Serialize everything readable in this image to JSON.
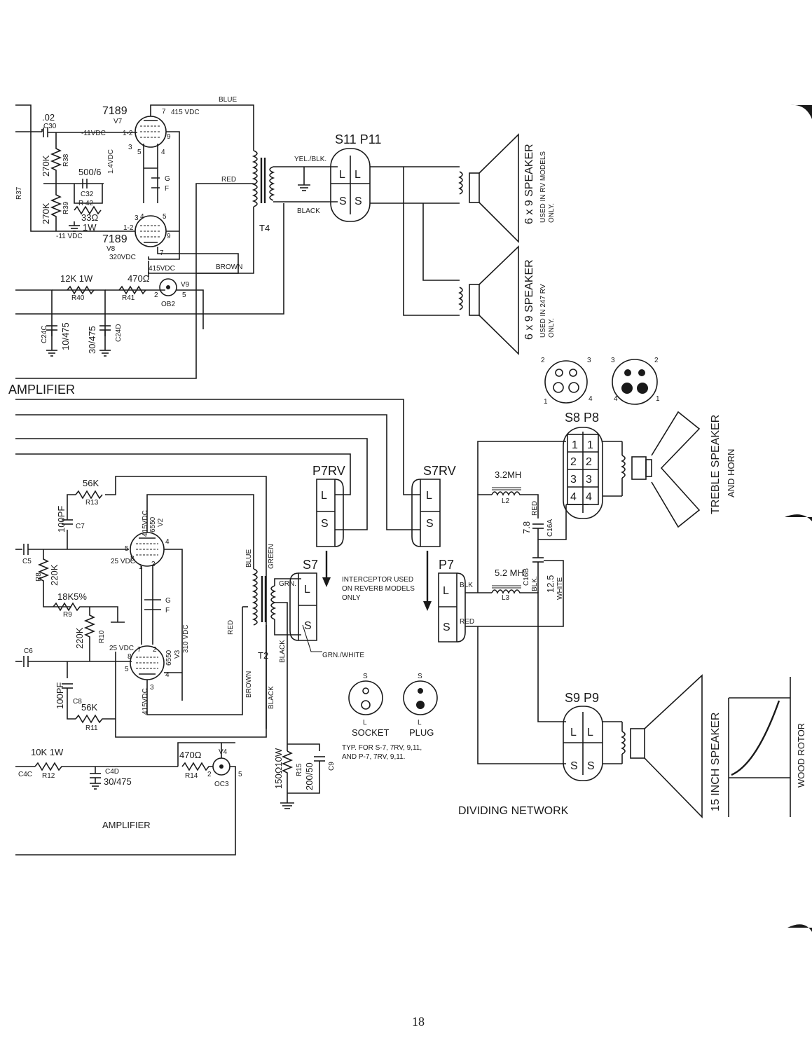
{
  "page_number": "18",
  "captions": {
    "amplifier_top": "AMPLIFIER",
    "amplifier_bottom": "AMPLIFIER",
    "dividing_network": "DIVIDING NETWORK",
    "interceptor_note": [
      "INTERCEPTOR USED",
      "ON REVERB MODELS",
      "ONLY"
    ],
    "connector_note": [
      "TYP. FOR S-7, 7RV, 9,11,",
      "AND P-7, 7RV, 9,11."
    ]
  },
  "top_amp": {
    "v7": {
      "type": "7189",
      "ref": "V7",
      "pin_labels": [
        "7",
        "9",
        "1-2",
        "3",
        "5",
        "4"
      ]
    },
    "v8": {
      "type": "7189",
      "ref": "V8",
      "pin_labels": [
        "3",
        "4",
        "5",
        "1-2",
        "9",
        "7"
      ]
    },
    "c30": {
      "value": ".02",
      "ref": "C30"
    },
    "r38": {
      "value": "270K",
      "ref": "R38"
    },
    "r39": {
      "value": "270K",
      "ref": "R39"
    },
    "r37": {
      "ref": "R37"
    },
    "c32": {
      "value": "500/6",
      "ref": "C32"
    },
    "r42": {
      "value": "33Ω",
      "power": "1W",
      "ref": "R 42"
    },
    "r40": {
      "value": "12K 1W",
      "ref": "R40"
    },
    "r41": {
      "value": "470Ω",
      "ref": "R41"
    },
    "v9": {
      "type": "OB2",
      "ref": "V9",
      "pins": [
        "2",
        "5"
      ]
    },
    "c24c": {
      "value": "10/475",
      "ref": "C24C"
    },
    "c24d": {
      "value": "30/475",
      "ref": "C24D"
    },
    "t4": {
      "ref": "T4"
    },
    "voltages": {
      "plate_v7": "415 VDC",
      "grid_v7": "-11VDC",
      "cathode": "1.4VDC",
      "grid_v8": "-11 VDC",
      "screen_v8": "320VDC",
      "plate_v8": "415VDC"
    },
    "wires": {
      "blue": "BLUE",
      "red": "RED",
      "brown": "BROWN",
      "yel_blk": "YEL./BLK.",
      "black": "BLACK"
    },
    "grid_filament": [
      "G",
      "F"
    ],
    "s11p11": {
      "label": "S11 P11",
      "contacts": [
        "L",
        "L",
        "S",
        "S"
      ]
    }
  },
  "speakers_top": [
    {
      "label": "6 x 9  SPEAKER",
      "note": [
        "USED IN RV MODELS",
        "ONLY."
      ]
    },
    {
      "label": "6 x 9  SPEAKER",
      "note": [
        "USED IN 247 RV",
        "ONLY."
      ]
    }
  ],
  "pin_diagrams": {
    "socket_pins": [
      "2",
      "3",
      "1",
      "4"
    ],
    "plug_pins": [
      "3",
      "2",
      "4",
      "1"
    ]
  },
  "bottom_amp": {
    "v2": {
      "type": "6550",
      "ref": "V2",
      "voltage": "415VDC",
      "pins": [
        "5",
        "4",
        "8",
        "1",
        "2"
      ]
    },
    "v3": {
      "type": "6550",
      "ref": "V3",
      "voltage": "310 VDC",
      "pins": [
        "7",
        "2",
        "8",
        "5",
        "4",
        "3"
      ]
    },
    "c7": {
      "value": "100PF",
      "ref": "C7"
    },
    "c8": {
      "value": "100PF",
      "ref": "C8"
    },
    "r13": {
      "value": "56K",
      "ref": "R13"
    },
    "r11": {
      "value": "56K",
      "ref": "R11"
    },
    "r8": {
      "value": "220K",
      "ref": "R8"
    },
    "r9": {
      "value": "18K5%",
      "ref": "R9"
    },
    "r10": {
      "value": "220K",
      "ref": "R10"
    },
    "c5": {
      "ref": "C5"
    },
    "c6": {
      "ref": "C6"
    },
    "r12": {
      "value": "10K 1W",
      "ref": "R12"
    },
    "c4c": {
      "ref": "C4C"
    },
    "c4d": {
      "value": "30/475",
      "ref": "C4D"
    },
    "r14": {
      "value": "470Ω",
      "ref": "R14"
    },
    "v4": {
      "type": "OC3",
      "ref": "V4",
      "pins": [
        "2",
        "5"
      ]
    },
    "r15": {
      "value": "150Ω10W",
      "ref": "R15"
    },
    "c9": {
      "value": "200/50",
      "ref": "C9"
    },
    "t2": {
      "ref": "T2"
    },
    "cathode_v2": "25 VDC",
    "cathode_v3": "25 VDC",
    "plate_v3": "415VDC",
    "wires": {
      "blue": "BLUE",
      "green": "GREEN",
      "red": "RED",
      "brown": "BROWN",
      "black1": "BLACK",
      "black2": "BLACK",
      "grn": "GRN.",
      "grn_white": "GRN./WHITE"
    },
    "grid_filament": [
      "G",
      "F"
    ]
  },
  "connectors": {
    "p7rv": {
      "label": "P7RV",
      "contacts": [
        "L",
        "S"
      ]
    },
    "s7rv": {
      "label": "S7RV",
      "contacts": [
        "L",
        "S"
      ]
    },
    "s7": {
      "label": "S7",
      "contacts": [
        "L",
        "S"
      ]
    },
    "p7": {
      "label": "P7",
      "contacts": [
        "L",
        "S"
      ]
    },
    "s8p8": {
      "label": "S8 P8",
      "contacts": [
        "1",
        "1",
        "2",
        "2",
        "3",
        "3",
        "4",
        "4"
      ]
    },
    "s9p9": {
      "label": "S9 P9",
      "contacts": [
        "L",
        "L",
        "S",
        "S"
      ]
    }
  },
  "network": {
    "l2": {
      "value": "3.2MH",
      "ref": "L2"
    },
    "l3": {
      "value": "5.2 MH",
      "ref": "L3"
    },
    "c16a": {
      "value": "7.8",
      "ref": "C16A",
      "wire": "RED"
    },
    "c16b": {
      "value": "12.5",
      "ref": "C16B",
      "wire": "BLK."
    },
    "wires": {
      "blk": "BLK",
      "red": "RED",
      "white": "WHITE"
    }
  },
  "socket_plug": {
    "socket": {
      "top": "S",
      "bottom": "L",
      "label": "SOCKET"
    },
    "plug": {
      "top": "S",
      "bottom": "L",
      "label": "PLUG"
    }
  },
  "treble_speaker": {
    "label": [
      "TREBLE  SPEAKER",
      "AND  HORN"
    ]
  },
  "bass_speaker": {
    "label": "15 INCH  SPEAKER",
    "rotor": "WOOD  ROTOR"
  }
}
